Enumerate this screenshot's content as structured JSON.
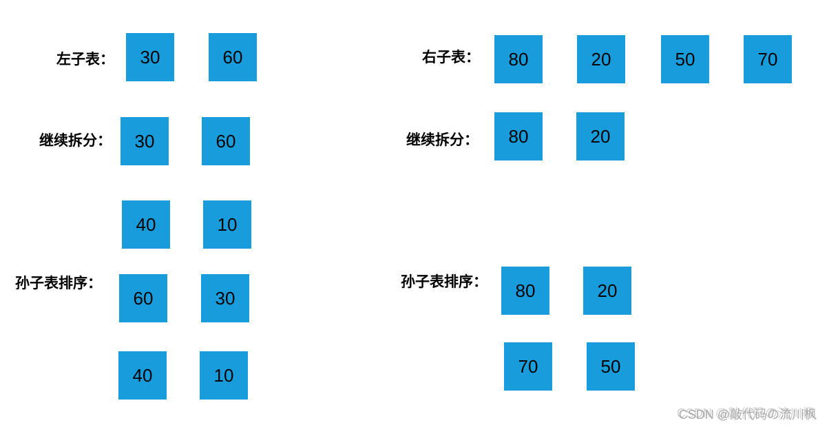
{
  "colors": {
    "box_fill": "#189cdb",
    "box_text": "#000000",
    "label_text": "#000000",
    "watermark_text": "#9c9c9c"
  },
  "left_column": {
    "rows": [
      {
        "label": "左子表：",
        "boxes": [
          "30",
          "60"
        ]
      },
      {
        "label": "继续拆分：",
        "boxes": [
          "30",
          "60"
        ]
      },
      {
        "label": "",
        "boxes": [
          "40",
          "10"
        ]
      },
      {
        "label": "孙子表排序：",
        "boxes": [
          "60",
          "30"
        ]
      },
      {
        "label": "",
        "boxes": [
          "40",
          "10"
        ]
      }
    ]
  },
  "right_column": {
    "rows": [
      {
        "label": "右子表：",
        "boxes": [
          "80",
          "20",
          "50",
          "70"
        ]
      },
      {
        "label": "继续拆分：",
        "boxes": [
          "80",
          "20"
        ]
      },
      {
        "label": "孙子表排序：",
        "boxes": [
          "80",
          "20"
        ]
      },
      {
        "label": "",
        "boxes": [
          "70",
          "50"
        ]
      }
    ]
  },
  "watermark": {
    "text": "CSDN @敲代码の流川枫"
  }
}
